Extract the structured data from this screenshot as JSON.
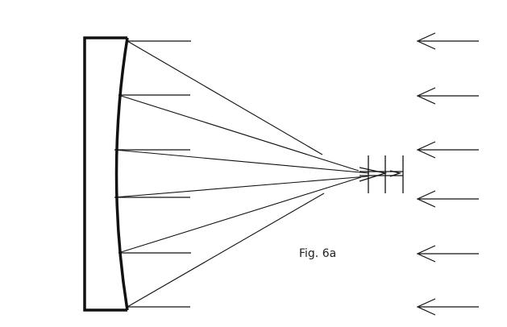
{
  "figure": {
    "caption": "Fig. 6a"
  },
  "colors": {
    "ink": "#111111",
    "background": "#ffffff"
  },
  "elements": {
    "mirror": "concave-mirror",
    "incoming_rays_right": 6,
    "reflected_rays": 6,
    "detector": "detector-planes"
  }
}
